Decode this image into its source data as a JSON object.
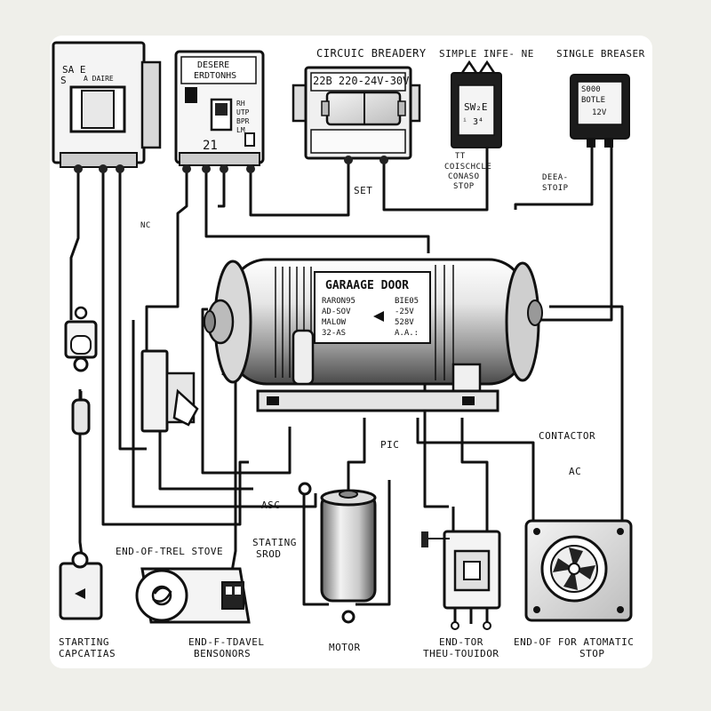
{
  "components": {
    "breaker_left": {
      "text_1": "SA E",
      "text_2": "S",
      "text_3": "A DAIRE"
    },
    "selector_box": {
      "title_1": "DESERE",
      "title_2": "ERDTONHS",
      "text_rh": "RH",
      "text_utp": "UTP",
      "text_bpr": "BPR",
      "text_lm": "LM",
      "number": "21"
    },
    "circuit_breaker": {
      "label": "CIRCUIC BREADERY",
      "rating": "22B 220-24V-30V",
      "note": "SET"
    },
    "simple_switch": {
      "label": "SIMPLE INFE- NE",
      "face": "SW₂E",
      "number": "ⁱ⁲ 3⁴",
      "note_1": "TT",
      "note_2": "COISCHCLE",
      "note_3": "CONASO",
      "note_4": "STOP"
    },
    "single_breaker": {
      "label": "SINGLE BREASER",
      "face_1": "S000",
      "face_2": "BOTLE",
      "face_3": "12V",
      "note_1": "DEEA-",
      "note_2": "STOIP"
    },
    "motor_body": {
      "plate_title": "GARAAGE DOOR",
      "plate_line_1a": "RARON95",
      "plate_line_1b": "BIE05",
      "plate_line_2a": "AD-SOV",
      "plate_line_2b": "-25V",
      "plate_line_3a": "MALOW",
      "plate_line_3b": "528V",
      "plate_line_4a": "32-AS",
      "plate_line_4b": "A.A.:"
    },
    "side_marks": {
      "nc": "NC"
    },
    "lower_labels": {
      "pic": "PIC",
      "contactor": "CONTACTOR",
      "ac": "AC",
      "asc": "ASC",
      "stating_1": "STATING",
      "stating_2": "SROD",
      "end_stove": "END-OF-TREL STOVE"
    },
    "bottom_labels": {
      "starting_1": "STARTING",
      "starting_2": "CAPCATIAS",
      "eot_1": "END-F-TDAVEL",
      "eot_2": "BENSONORS",
      "motor": "MOTOR",
      "endtor_1": "END-TOR",
      "endtor_2": "THEU-TOUIDOR",
      "auto_1": "END-OF FOR ATOMATIC",
      "auto_2": "STOP"
    }
  }
}
